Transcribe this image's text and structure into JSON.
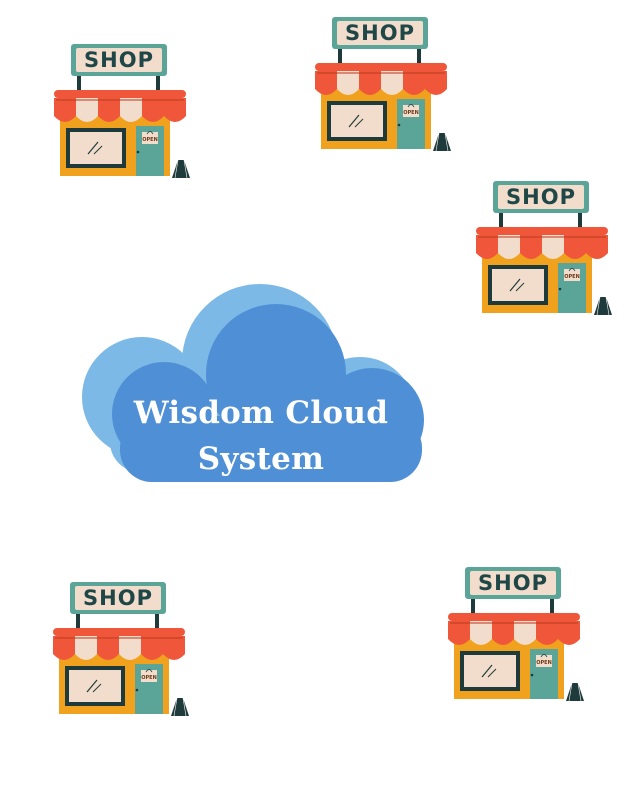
{
  "cloud": {
    "title_line1": "Wisdom Cloud",
    "title_line2": "System"
  },
  "shops": [
    {
      "sign": "SHOP",
      "door_label": "OPEN"
    },
    {
      "sign": "SHOP",
      "door_label": "OPEN"
    },
    {
      "sign": "SHOP",
      "door_label": "OPEN"
    },
    {
      "sign": "SHOP",
      "door_label": "OPEN"
    },
    {
      "sign": "SHOP",
      "door_label": "OPEN"
    }
  ],
  "colors": {
    "cloud_front": "#4f8fd6",
    "cloud_back": "#7cb9e6",
    "awning_red": "#f0573a",
    "awning_cream": "#f2dccb",
    "wall_orange": "#f0a21f",
    "door_teal": "#5aa597",
    "sign_board": "#5aa597",
    "dark": "#1f3a3a"
  }
}
